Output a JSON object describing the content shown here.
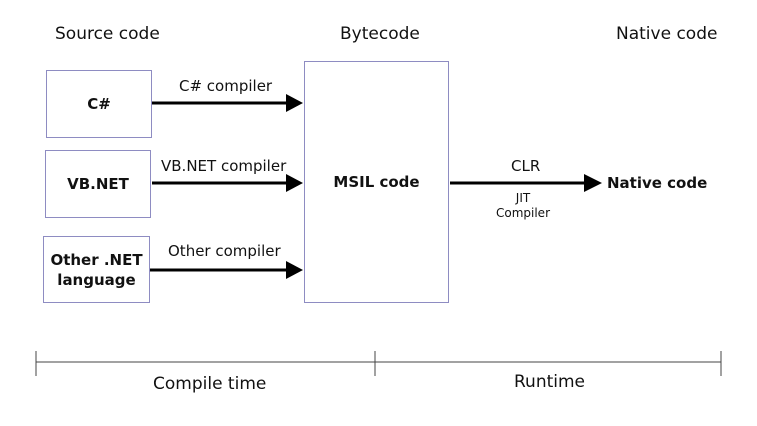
{
  "headers": {
    "source": "Source code",
    "bytecode": "Bytecode",
    "native": "Native code"
  },
  "sources": [
    {
      "label": "C#",
      "compiler": "C# compiler"
    },
    {
      "label": "VB.NET",
      "compiler": "VB.NET compiler"
    },
    {
      "label_line1": "Other .NET",
      "label_line2": "language",
      "compiler": "Other compiler"
    }
  ],
  "msil": {
    "label": "MSIL code"
  },
  "clr": {
    "label": "CLR",
    "jit_line1": "JIT",
    "jit_line2": "Compiler"
  },
  "native_output": {
    "label": "Native code"
  },
  "timeline": {
    "compile_time": "Compile time",
    "runtime": "Runtime"
  }
}
